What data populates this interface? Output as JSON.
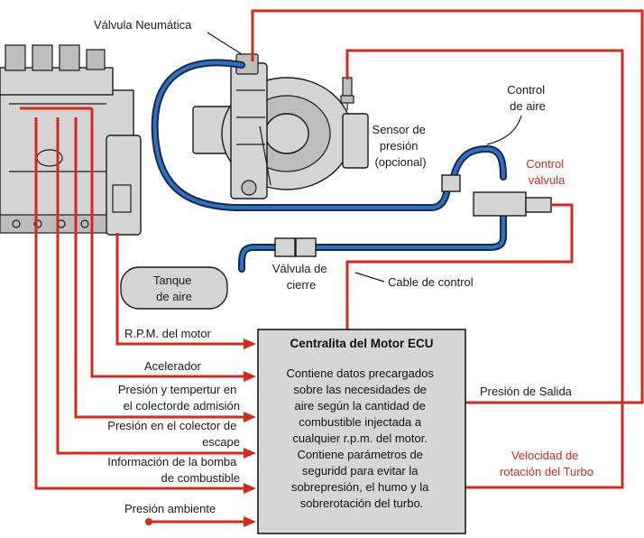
{
  "labels": {
    "valvula_neumatica": "Válvula Neumática",
    "control_aire": [
      "Control",
      "de aire"
    ],
    "sensor_presion": [
      "Sensor de",
      "presión",
      "(opcional)"
    ],
    "control_valvula": [
      "Control",
      "válvula"
    ],
    "tanque_aire": [
      "Tanque",
      "de aire"
    ],
    "valvula_cierre": [
      "Válvula de",
      "cierre"
    ],
    "cable_control": "Cable de control",
    "rpm_motor": "R.P.M. del motor",
    "acelerador": "Acelerador",
    "presion_admision": [
      "Presión y tempertur en",
      "el colectorde admisión"
    ],
    "presion_escape": [
      "Presión en el colector de",
      "escape"
    ],
    "bomba_combustible": [
      "Información de la bomba",
      "de combustible"
    ],
    "presion_ambiente": "Presión ambiente",
    "presion_salida": "Presión de Salida",
    "velocidad_turbo": [
      "Velocidad de",
      "rotación del Turbo"
    ]
  },
  "ecu": {
    "title": "Centralita del Motor ECU",
    "body": [
      "Contiene datos precargados",
      "sobre las necesidades de",
      "aire según la cantidad de",
      "combustible injectada a",
      "cualquier r.p.m. del motor.",
      "Contiene parámetros de",
      "seguridd para evitar la",
      "sobrepresión, el humo y la",
      "sobrerotación del turbo."
    ]
  },
  "colors": {
    "signal_wire": "#d42a1e",
    "air_hose": "#2f6fc4",
    "ecu_fill": "#d6d6d6",
    "component_fill": "#d4d4d4"
  }
}
